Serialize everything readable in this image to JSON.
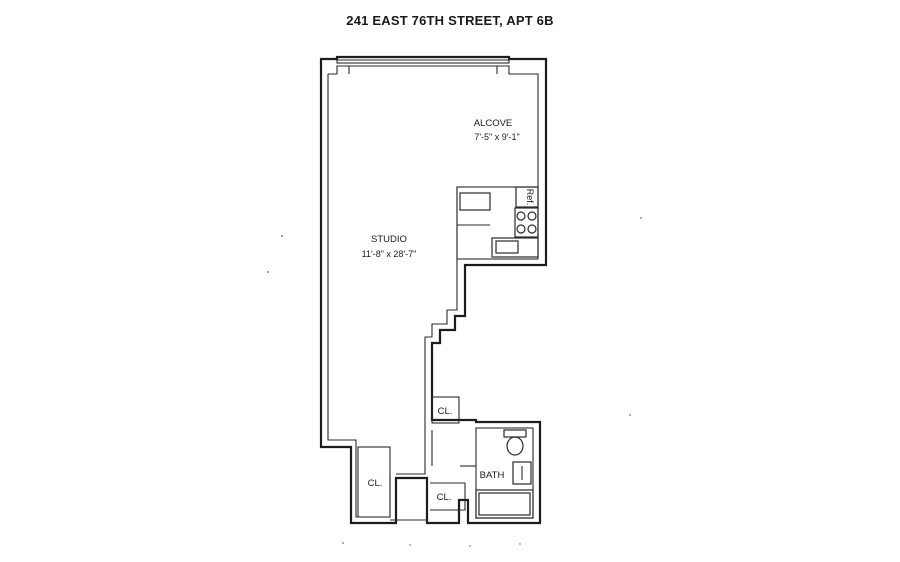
{
  "title": "241 EAST 76TH STREET, APT  6B",
  "rooms": {
    "alcove": {
      "name": "ALCOVE",
      "dims": "7'-5\" x 9'-1\""
    },
    "studio": {
      "name": "STUDIO",
      "dims": "11'-8\" x 28'-7\""
    },
    "bath": {
      "name": "BATH"
    },
    "closet_upper": {
      "name": "CL."
    },
    "closet_left": {
      "name": "CL."
    },
    "closet_lower": {
      "name": "CL."
    }
  },
  "kitchen": {
    "ref_label": "Ref."
  }
}
